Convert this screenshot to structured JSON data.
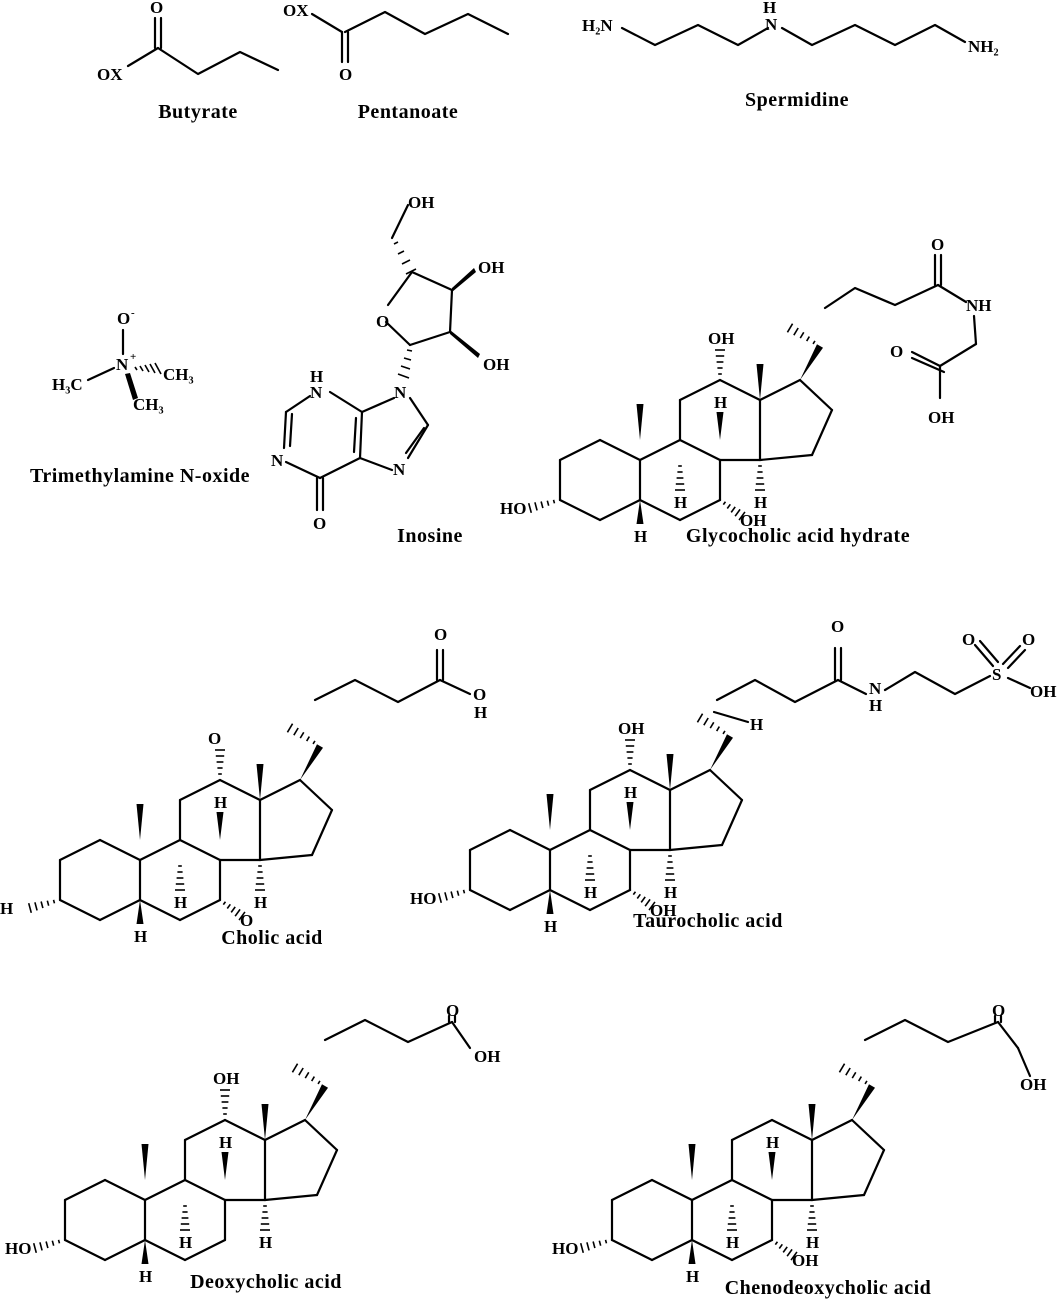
{
  "figure": {
    "molecules": [
      {
        "id": "butyrate",
        "name": "Butyrate"
      },
      {
        "id": "pentanoate",
        "name": "Pentanoate"
      },
      {
        "id": "spermidine",
        "name": "Spermidine"
      },
      {
        "id": "tmao",
        "name": "Trimethylamine  N-oxide"
      },
      {
        "id": "inosine",
        "name": "Inosine"
      },
      {
        "id": "glycocholic",
        "name": "Glycocholic  acid  hydrate"
      },
      {
        "id": "cholic",
        "name": "Cholic  acid"
      },
      {
        "id": "taurocholic",
        "name": "Taurocholic  acid"
      },
      {
        "id": "deoxycholic",
        "name": "Deoxycholic  acid"
      },
      {
        "id": "chenodeoxycholic",
        "name": "Chenodeoxycholic  acid"
      }
    ],
    "atom_labels": {
      "o": "O",
      "ox": "OX",
      "oh": "OH",
      "ho": "HO",
      "h": "H",
      "n": "N",
      "s": "S",
      "nh": "NH",
      "h2n": "H₂N",
      "nh2": "NH₂",
      "h3c": "H₃C",
      "ch3": "CH₃",
      "minus": "-",
      "plus": "+"
    }
  }
}
